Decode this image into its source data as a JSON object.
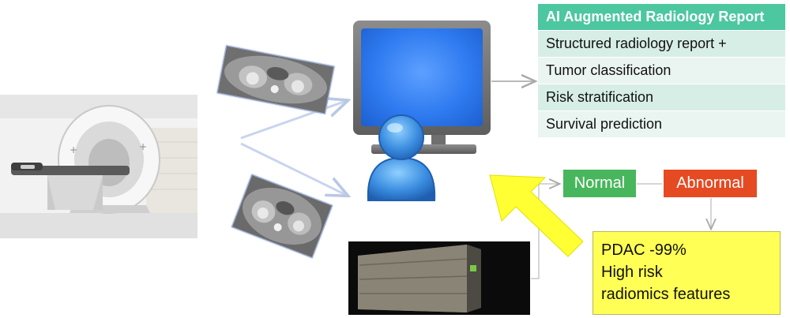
{
  "report": {
    "title": "AI Augmented Radiology Report",
    "items": [
      "Structured radiology report +",
      "Tumor classification",
      "Risk stratification",
      "Survival prediction"
    ]
  },
  "classification": {
    "normal": "Normal",
    "abnormal": "Abnormal"
  },
  "result": {
    "lines": [
      "PDAC -99%",
      "High risk",
      "radiomics features"
    ]
  },
  "colors": {
    "report_header": "#4cc7a0",
    "report_row_dark": "#d7eee6",
    "report_row_light": "#eaf5f1",
    "normal": "#48b65c",
    "abnormal": "#e54a22",
    "result_bg": "#ffff55",
    "big_arrow": "#ffff33",
    "monitor_screen": "#2f7bf0",
    "user_icon": "#3b8de0"
  },
  "icons": [
    "ct-scanner-photo",
    "ct-slice-image",
    "monitor-icon",
    "user-icon",
    "gpu-server-photo",
    "arrow-icon"
  ]
}
